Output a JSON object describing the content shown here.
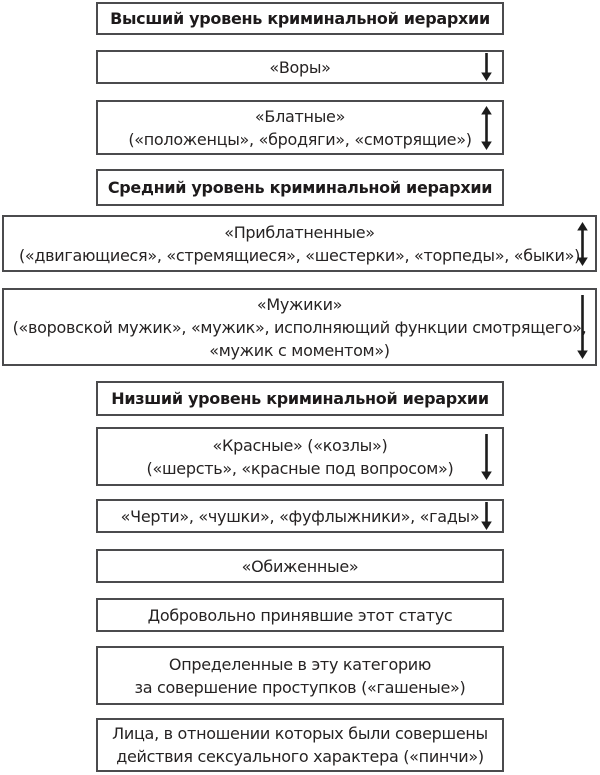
{
  "diagram": {
    "background": "#ffffff",
    "border_color": "#4b4b4d",
    "text_color": "#262323",
    "arrow_color": "#1c1c1c",
    "boxes": [
      {
        "id": "upper-level-header",
        "role": "section-header",
        "arrow": null,
        "lines": [
          "Высший уровень криминальной иерархии"
        ]
      },
      {
        "id": "vory",
        "role": "category",
        "arrow": "down-arrow",
        "lines": [
          "«Воры»"
        ]
      },
      {
        "id": "blatnye",
        "role": "category",
        "arrow": "up-down-arrow",
        "lines": [
          "«Блатные»",
          "(«положенцы», «бродяги», «смотрящие»)"
        ]
      },
      {
        "id": "middle-level-header",
        "role": "section-header",
        "arrow": null,
        "lines": [
          "Средний уровень криминальной иерархии"
        ]
      },
      {
        "id": "priblatnennye",
        "role": "category",
        "arrow": "up-down-arrow",
        "lines": [
          "«Приблатненные»",
          "(«двигающиеся», «стремящиеся», «шестерки», «торпеды», «быки»)"
        ]
      },
      {
        "id": "muzhiki",
        "role": "category",
        "arrow": "down-arrow",
        "lines": [
          "«Мужики»",
          "(«воровской мужик», «мужик», исполняющий функции смотрящего»,",
          "«мужик с моментом»)"
        ]
      },
      {
        "id": "lower-level-header",
        "role": "section-header",
        "arrow": null,
        "lines": [
          "Низший уровень криминальной иерархии"
        ]
      },
      {
        "id": "krasnye",
        "role": "category",
        "arrow": "down-arrow",
        "lines": [
          "«Красные» («козлы»)",
          "(«шерсть», «красные под вопросом»)"
        ]
      },
      {
        "id": "cherti",
        "role": "category",
        "arrow": "down-arrow",
        "lines": [
          "«Черти», «чушки», «фуфлыжники», «гады»"
        ]
      },
      {
        "id": "obizhennye",
        "role": "category",
        "arrow": null,
        "lines": [
          "«Обиженные»"
        ]
      },
      {
        "id": "voluntary-status",
        "role": "subcategory",
        "arrow": null,
        "lines": [
          "Добровольно принявшие этот статус"
        ]
      },
      {
        "id": "assigned-for-misconduct",
        "role": "subcategory",
        "arrow": null,
        "lines": [
          "Определенные в эту категорию",
          "за совершение проступков («гашеные»)"
        ]
      },
      {
        "id": "sexual-assault-victims",
        "role": "subcategory",
        "arrow": null,
        "lines": [
          "Лица, в отношении которых были совершены",
          "действия сексуального характера («пинчи»)"
        ]
      }
    ]
  }
}
